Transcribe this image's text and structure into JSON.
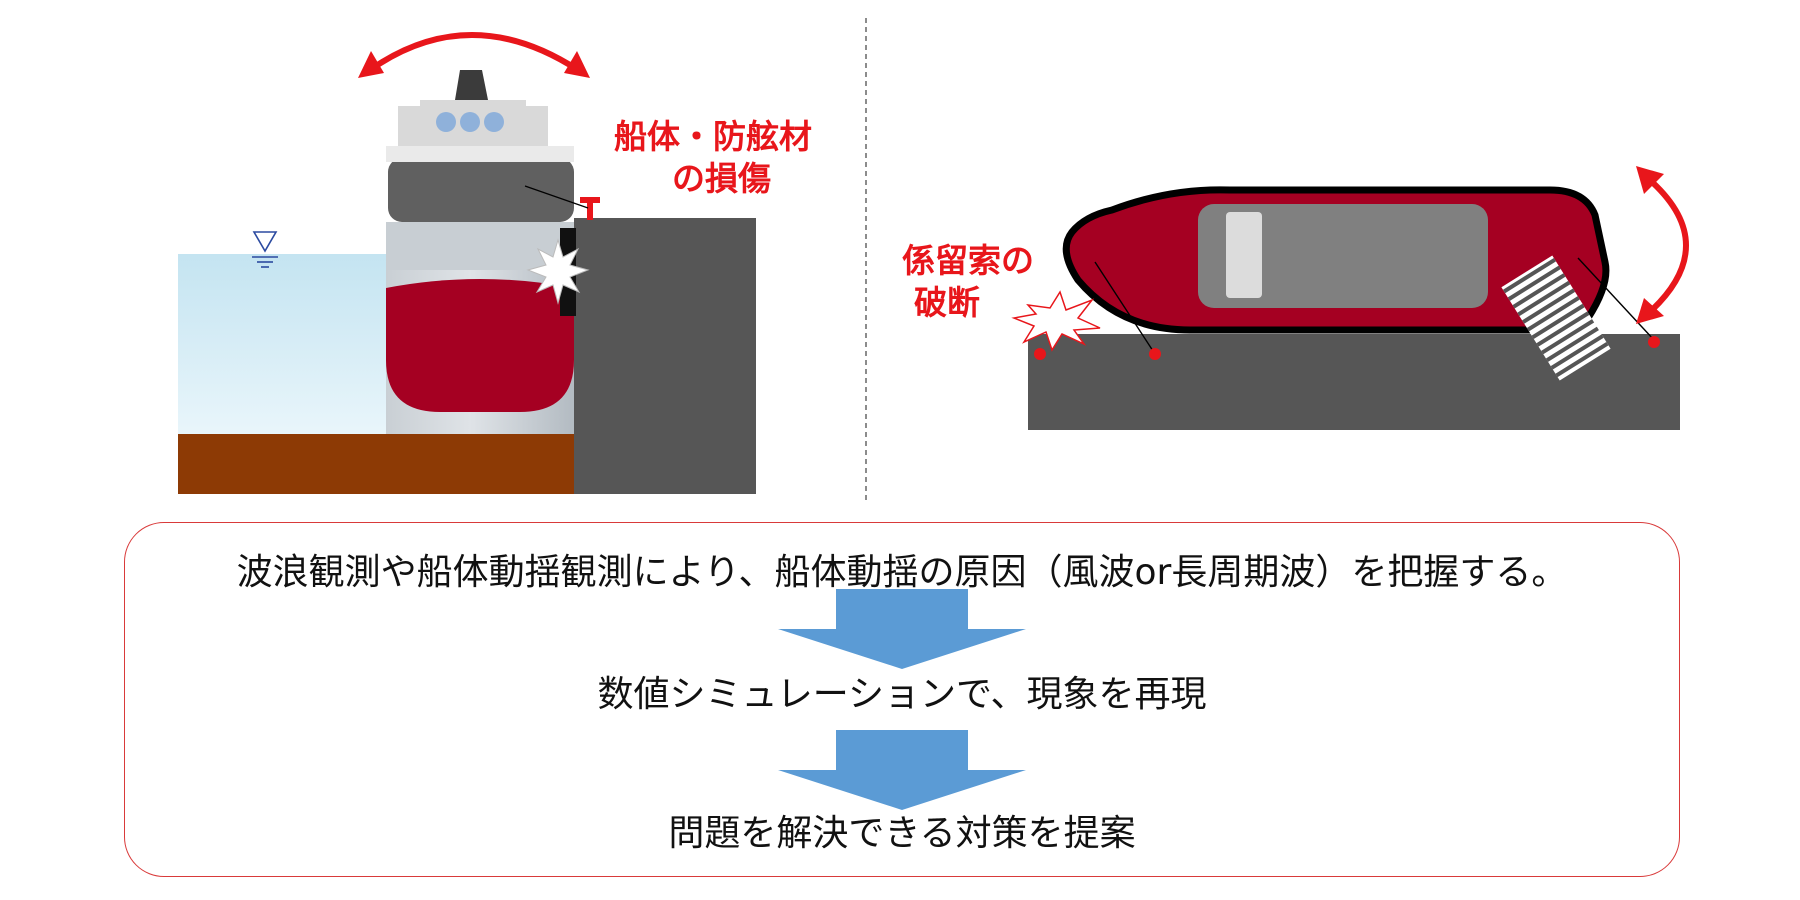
{
  "left_panel": {
    "damage_label_line1": "船体・防舷材",
    "damage_label_line2": "の損傷"
  },
  "right_panel": {
    "mooring_label_line1": "係留索の",
    "mooring_label_line2": "破断"
  },
  "flow": {
    "step1": "波浪観測や船体動揺観測により、船体動揺の原因（風波or長周期波）を把握する。",
    "step2": "数値シミュレーションで、現象を再現",
    "step3": "問題を解決できる対策を提案"
  },
  "colors": {
    "accent_red": "#e8161b",
    "hull_red": "#a50022",
    "dark_gray": "#565656",
    "water": "#cfe9f3",
    "seabed": "#8d3a05",
    "arrow_blue": "#5b9bd5"
  }
}
